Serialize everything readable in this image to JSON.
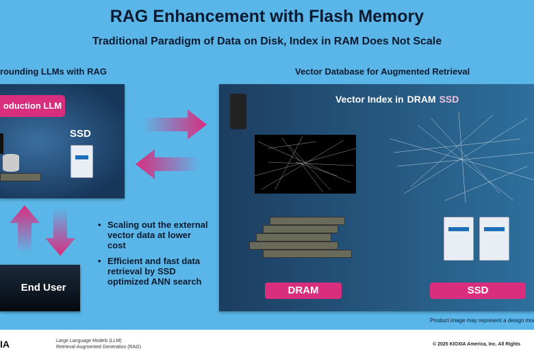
{
  "title": "RAG Enhancement with Flash Memory",
  "subtitle": "Traditional Paradigm of Data on Disk, Index in RAM Does Not Scale",
  "left": {
    "heading": "rounding LLMs with RAG",
    "llm_label": "oduction LLM",
    "ssd_label": "SSD",
    "end_user": "End User"
  },
  "bullets": [
    "Scaling out the external vector data at lower cost",
    "Efficient and fast data retrieval by SSD optimized ANN search"
  ],
  "right": {
    "heading": "Vector Database for Augmented Retrieval",
    "index_prefix": "Vector Index in",
    "index_a": "DRAM",
    "index_b": "SSD",
    "dram_label": "DRAM",
    "ssd_label": "SSD",
    "note": "Product image may represent a design mod"
  },
  "footer": {
    "logo": "IA",
    "legend1": "Large Language Models (LLM)",
    "legend2": "Retrieval-Augmented Generation (RAG)",
    "copyright": "© 2025 KIOXIA America, Inc. All Rights"
  },
  "colors": {
    "accent": "#d92d7e",
    "background": "#5ab6e8"
  }
}
